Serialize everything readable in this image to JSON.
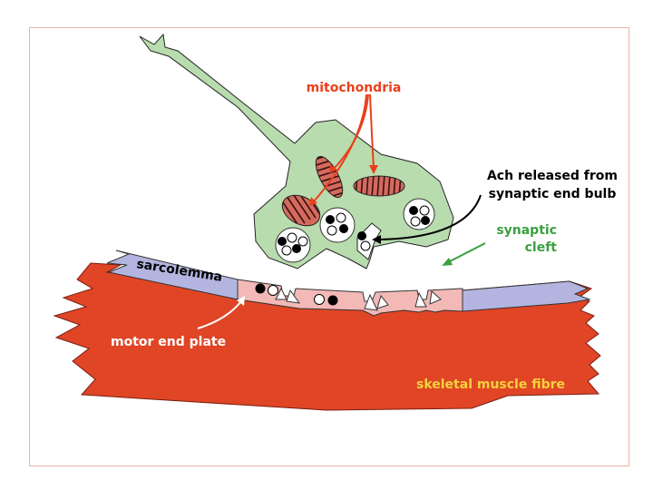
{
  "labels": {
    "mitochondria": "mitochondria",
    "ach_line1": "Ach released from",
    "ach_line2": "synaptic end bulb",
    "cleft_line1": "synaptic",
    "cleft_line2": "cleft",
    "sarcolemma": "sarcolemma",
    "motor_end_plate": "motor end plate",
    "skeletal_muscle_fibre": "skeletal muscle fibre"
  },
  "colors": {
    "neuron": "#b8dcae",
    "mitochondria_label": "#e8401a",
    "ach_label": "#000000",
    "cleft_label": "#3aa040",
    "muscle": "#e04526",
    "muscle_label": "#f5d23c",
    "sarcolemma": "#b3b5e0",
    "end_plate": "#f2b9b7",
    "mitochondrion_fill": "#d46a5e",
    "mitochondrion_cristae": "#3a1010",
    "frame_border": "#e8b4a8"
  }
}
